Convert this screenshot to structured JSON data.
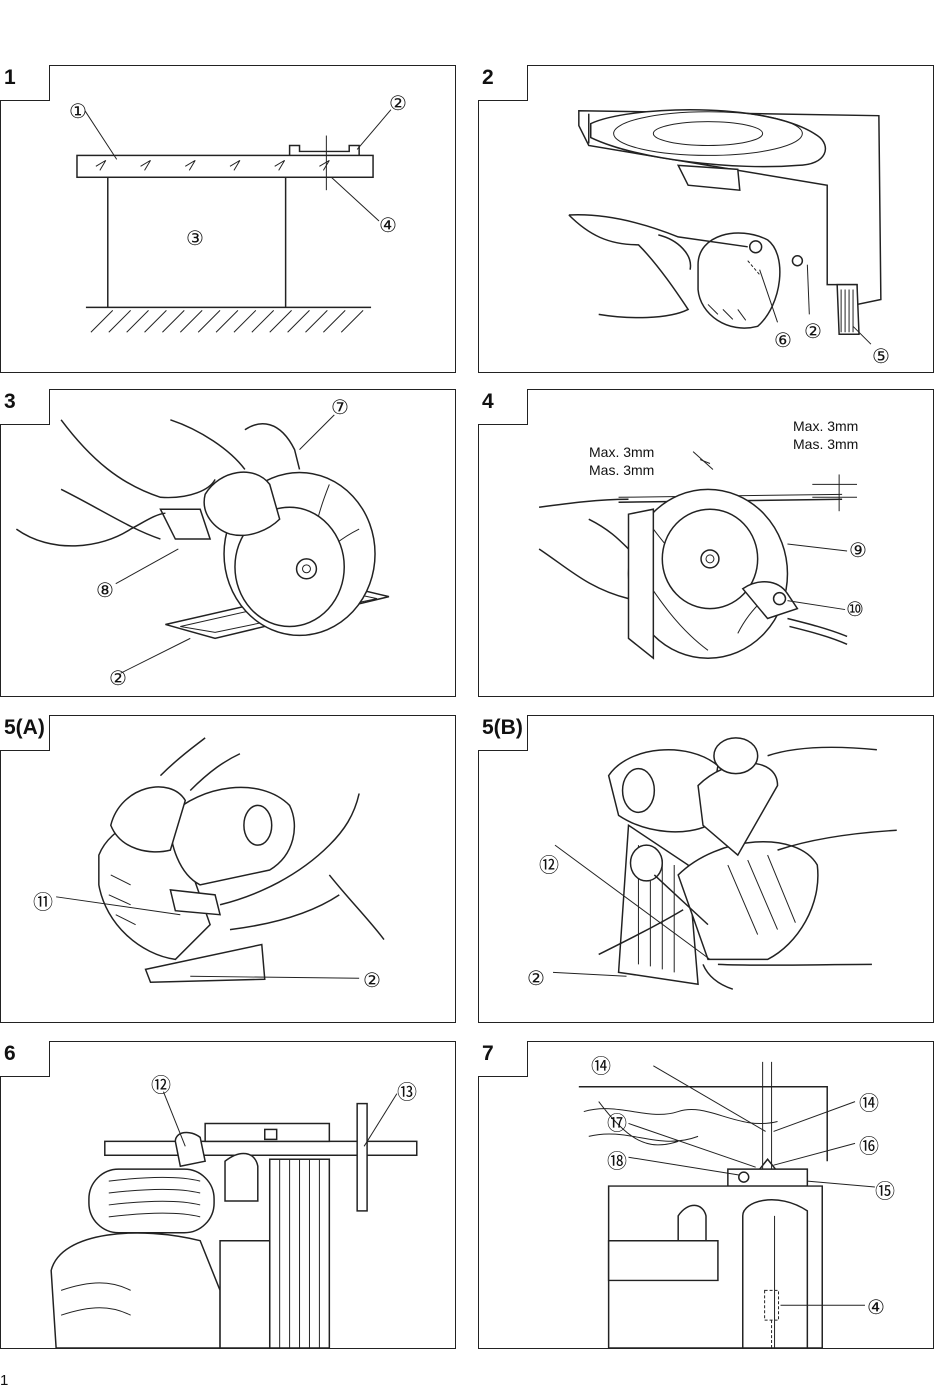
{
  "page_number": "1",
  "figures": [
    {
      "id": "fig1",
      "label": "1",
      "callouts": [
        "①",
        "②",
        "③",
        "④"
      ]
    },
    {
      "id": "fig2",
      "label": "2",
      "callouts": [
        "⑥",
        "②",
        "⑤"
      ]
    },
    {
      "id": "fig3",
      "label": "3",
      "callouts": [
        "⑦",
        "⑧",
        "②"
      ]
    },
    {
      "id": "fig4",
      "label": "4",
      "callouts": [
        "⑨",
        "⑩"
      ],
      "dimension_left": [
        "Max. 3mm",
        "Mas. 3mm"
      ],
      "dimension_right": [
        "Max. 3mm",
        "Mas. 3mm"
      ]
    },
    {
      "id": "fig5a",
      "label": "5(A)",
      "callouts": [
        "⑪",
        "②"
      ]
    },
    {
      "id": "fig5b",
      "label": "5(B)",
      "callouts": [
        "⑫",
        "②"
      ]
    },
    {
      "id": "fig6",
      "label": "6",
      "callouts": [
        "⑫",
        "⑬"
      ]
    },
    {
      "id": "fig7",
      "label": "7",
      "callouts": [
        "⑭",
        "⑭",
        "⑰",
        "⑯",
        "⑱",
        "⑮",
        "④"
      ]
    }
  ]
}
